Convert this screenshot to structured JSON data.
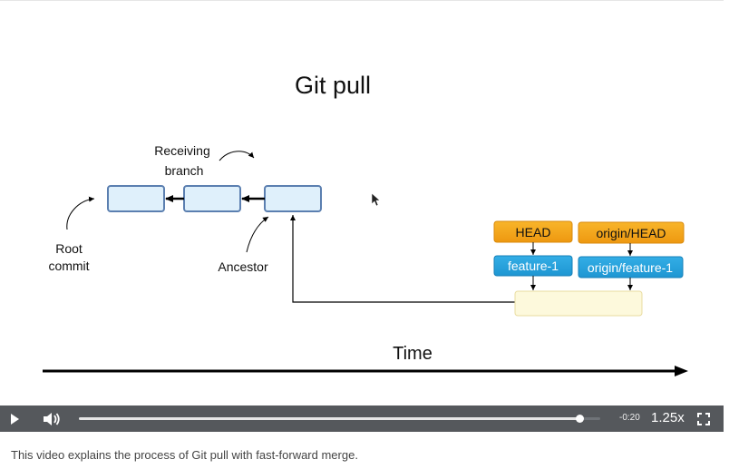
{
  "slide": {
    "title": "Git pull",
    "receiving_line1": "Receiving",
    "receiving_line2": "branch",
    "root_line1": "Root",
    "root_line2": "commit",
    "ancestor": "Ancestor",
    "head": "HEAD",
    "origin_head": "origin/HEAD",
    "feature": "feature-1",
    "origin_feature": "origin/feature-1",
    "time": "Time"
  },
  "player": {
    "progress_fraction": 0.96,
    "time_remaining": "-0:20",
    "speed": "1.25x",
    "icons": [
      "play-icon",
      "volume-icon",
      "fullscreen-icon"
    ]
  },
  "caption": "This video explains the process of Git pull with fast-forward merge.",
  "colors": {
    "commit_fill": "#dff0fb",
    "commit_stroke": "#5b7fb0",
    "head_tag": "#f2a21a",
    "branch_tag": "#29a3dc",
    "new_commit": "#fdf9dc",
    "controls_bg": "#55585c"
  }
}
